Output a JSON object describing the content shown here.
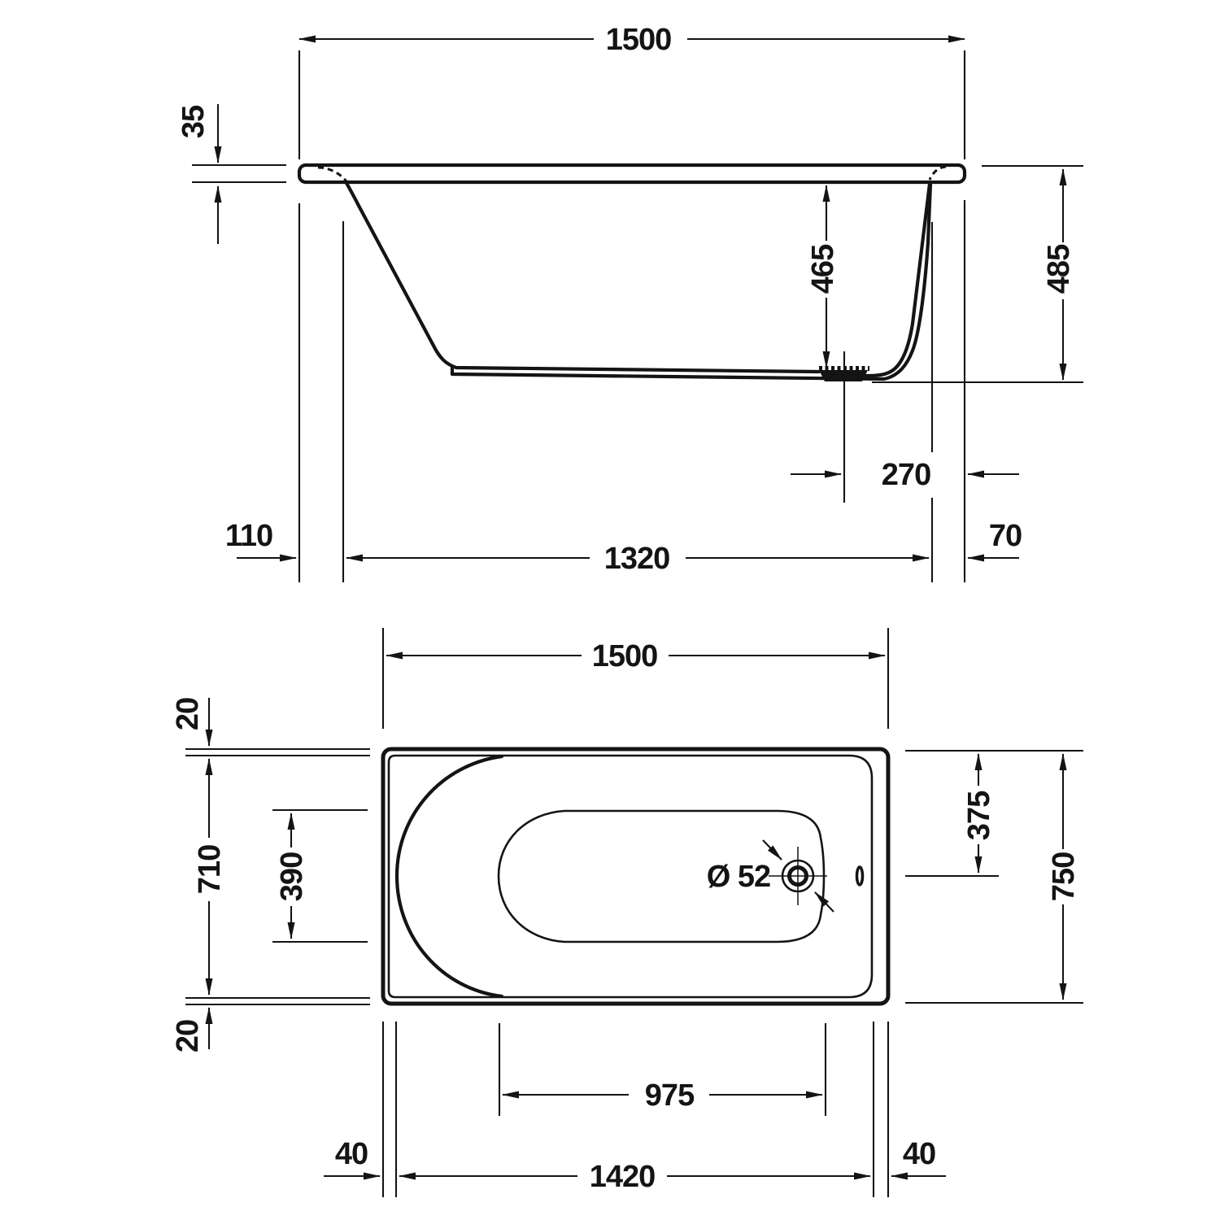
{
  "drawing": {
    "type": "bathtub-technical-drawing",
    "side": {
      "overall_length": "1500",
      "rim_height": "35",
      "inner_depth": "465",
      "total_height": "485",
      "drain_to_rear_edge": "270",
      "front_overhang": "110",
      "base_length": "1320",
      "rear_overhang": "70"
    },
    "plan": {
      "overall_length": "1500",
      "rim_top": "20",
      "inner_width": "710",
      "floor_width": "390",
      "rim_bottom": "20",
      "drain_diameter": "Ø 52",
      "drain_offset_from_edge": "375",
      "overall_width": "750",
      "floor_length": "975",
      "rim_left": "40",
      "inner_length": "1420",
      "rim_right": "40"
    }
  }
}
